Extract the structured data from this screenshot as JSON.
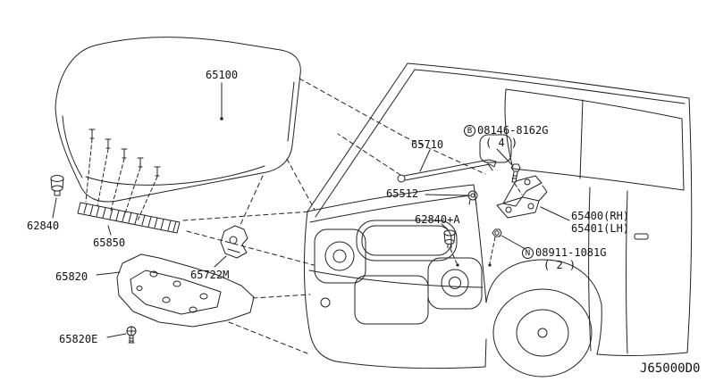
{
  "diagram_code": "J65000D0",
  "parts": {
    "hood": "65100",
    "grommet": "62840",
    "seal": "65850",
    "insulator": "65820",
    "bracket": "65722M",
    "insulator_clip": "65820E",
    "rod": "65710",
    "rod_clip": "65512",
    "grommet_a": "62840+A",
    "hinge_rh": "65400(RH)",
    "hinge_lh": "65401(LH)",
    "bolt": {
      "prefix": "B",
      "number": "08146-8162G",
      "qty": "( 4 )"
    },
    "nut": {
      "prefix": "N",
      "number": "08911-1081G",
      "qty": "( 2 )"
    }
  }
}
